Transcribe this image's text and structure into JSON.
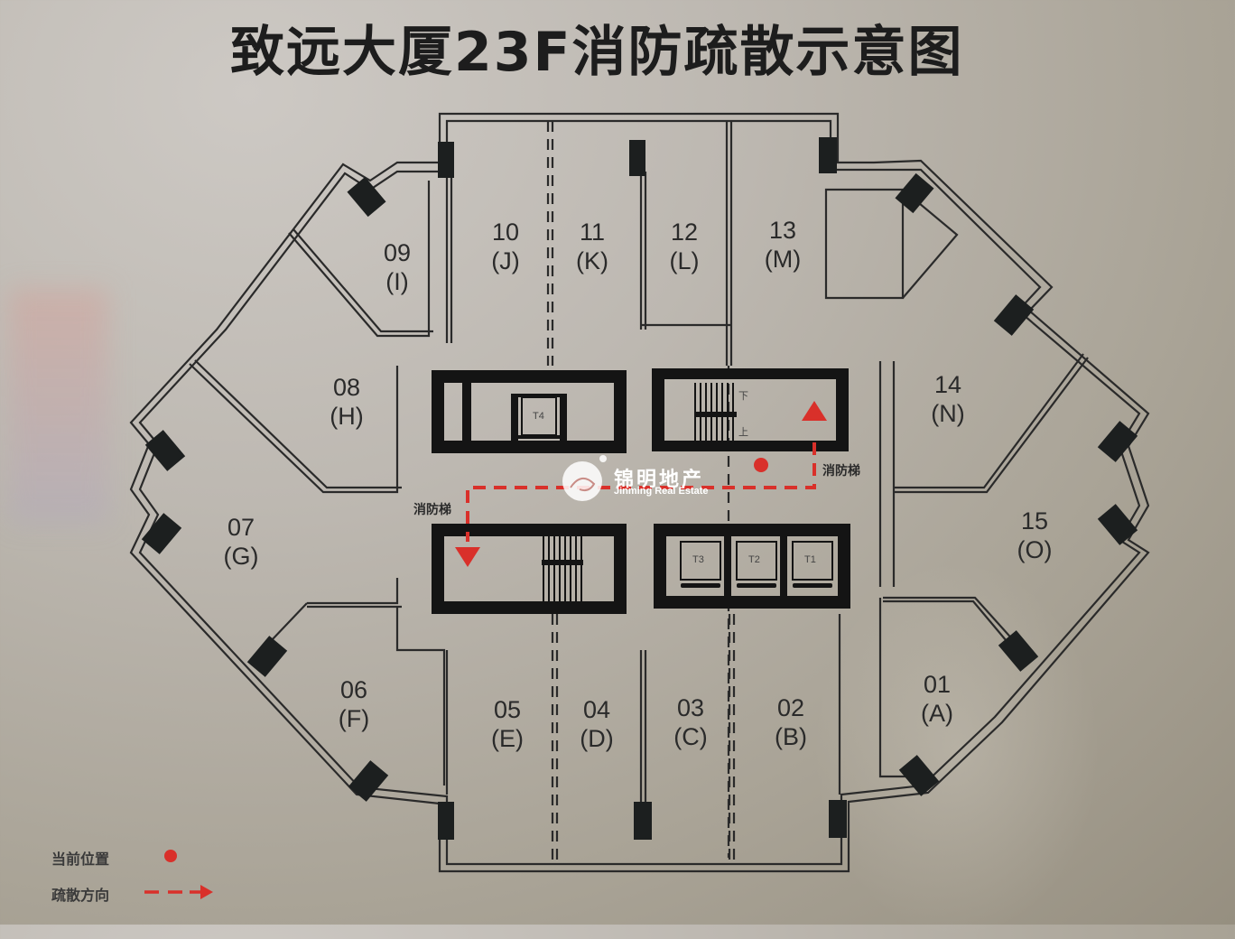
{
  "title": "致远大厦23F消防疏散示意图",
  "units": [
    {
      "number": "01",
      "code": "(A)"
    },
    {
      "number": "02",
      "code": "(B)"
    },
    {
      "number": "03",
      "code": "(C)"
    },
    {
      "number": "04",
      "code": "(D)"
    },
    {
      "number": "05",
      "code": "(E)"
    },
    {
      "number": "06",
      "code": "(F)"
    },
    {
      "number": "07",
      "code": "(G)"
    },
    {
      "number": "08",
      "code": "(H)"
    },
    {
      "number": "09",
      "code": "(I)"
    },
    {
      "number": "10",
      "code": "(J)"
    },
    {
      "number": "11",
      "code": "(K)"
    },
    {
      "number": "12",
      "code": "(L)"
    },
    {
      "number": "13",
      "code": "(M)"
    },
    {
      "number": "14",
      "code": "(N)"
    },
    {
      "number": "15",
      "code": "(O)"
    }
  ],
  "core": {
    "fire_stair_label": "消防梯",
    "stair_down": "下",
    "stair_up": "上",
    "elevators": [
      "T1",
      "T2",
      "T3",
      "T4"
    ]
  },
  "legend": {
    "current_position": "当前位置",
    "evacuation_direction": "疏散方向"
  },
  "colors": {
    "evacuation_red": "#d9302a",
    "wall": "#1a1a1a",
    "plate": "#b7b2aa"
  },
  "watermark": {
    "cn": "锦明地产",
    "en": "Jinming Real Estate"
  }
}
